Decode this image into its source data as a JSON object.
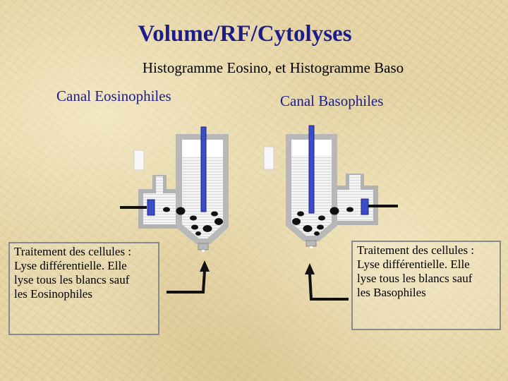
{
  "title": "Volume/RF/Cytolyses",
  "subtitle": "Histogramme Eosino, et Histogramme Baso",
  "channels": [
    {
      "label": "Canal Eosinophiles",
      "description": [
        "Traitement des cellules :",
        "Lyse différentielle. Elle",
        "lyse tous les blancs sauf",
        "les Eosinophiles"
      ]
    },
    {
      "label": "Canal Basophiles",
      "description": [
        "Traitement des cellules :",
        "Lyse différentielle. Elle",
        "lyse tous les blancs sauf",
        "les Basophiles"
      ]
    }
  ],
  "colors": {
    "title": "#1c1c8c",
    "electrode": "#3a4cc8",
    "particle": "#111111",
    "vessel": "#8c8c8c"
  }
}
